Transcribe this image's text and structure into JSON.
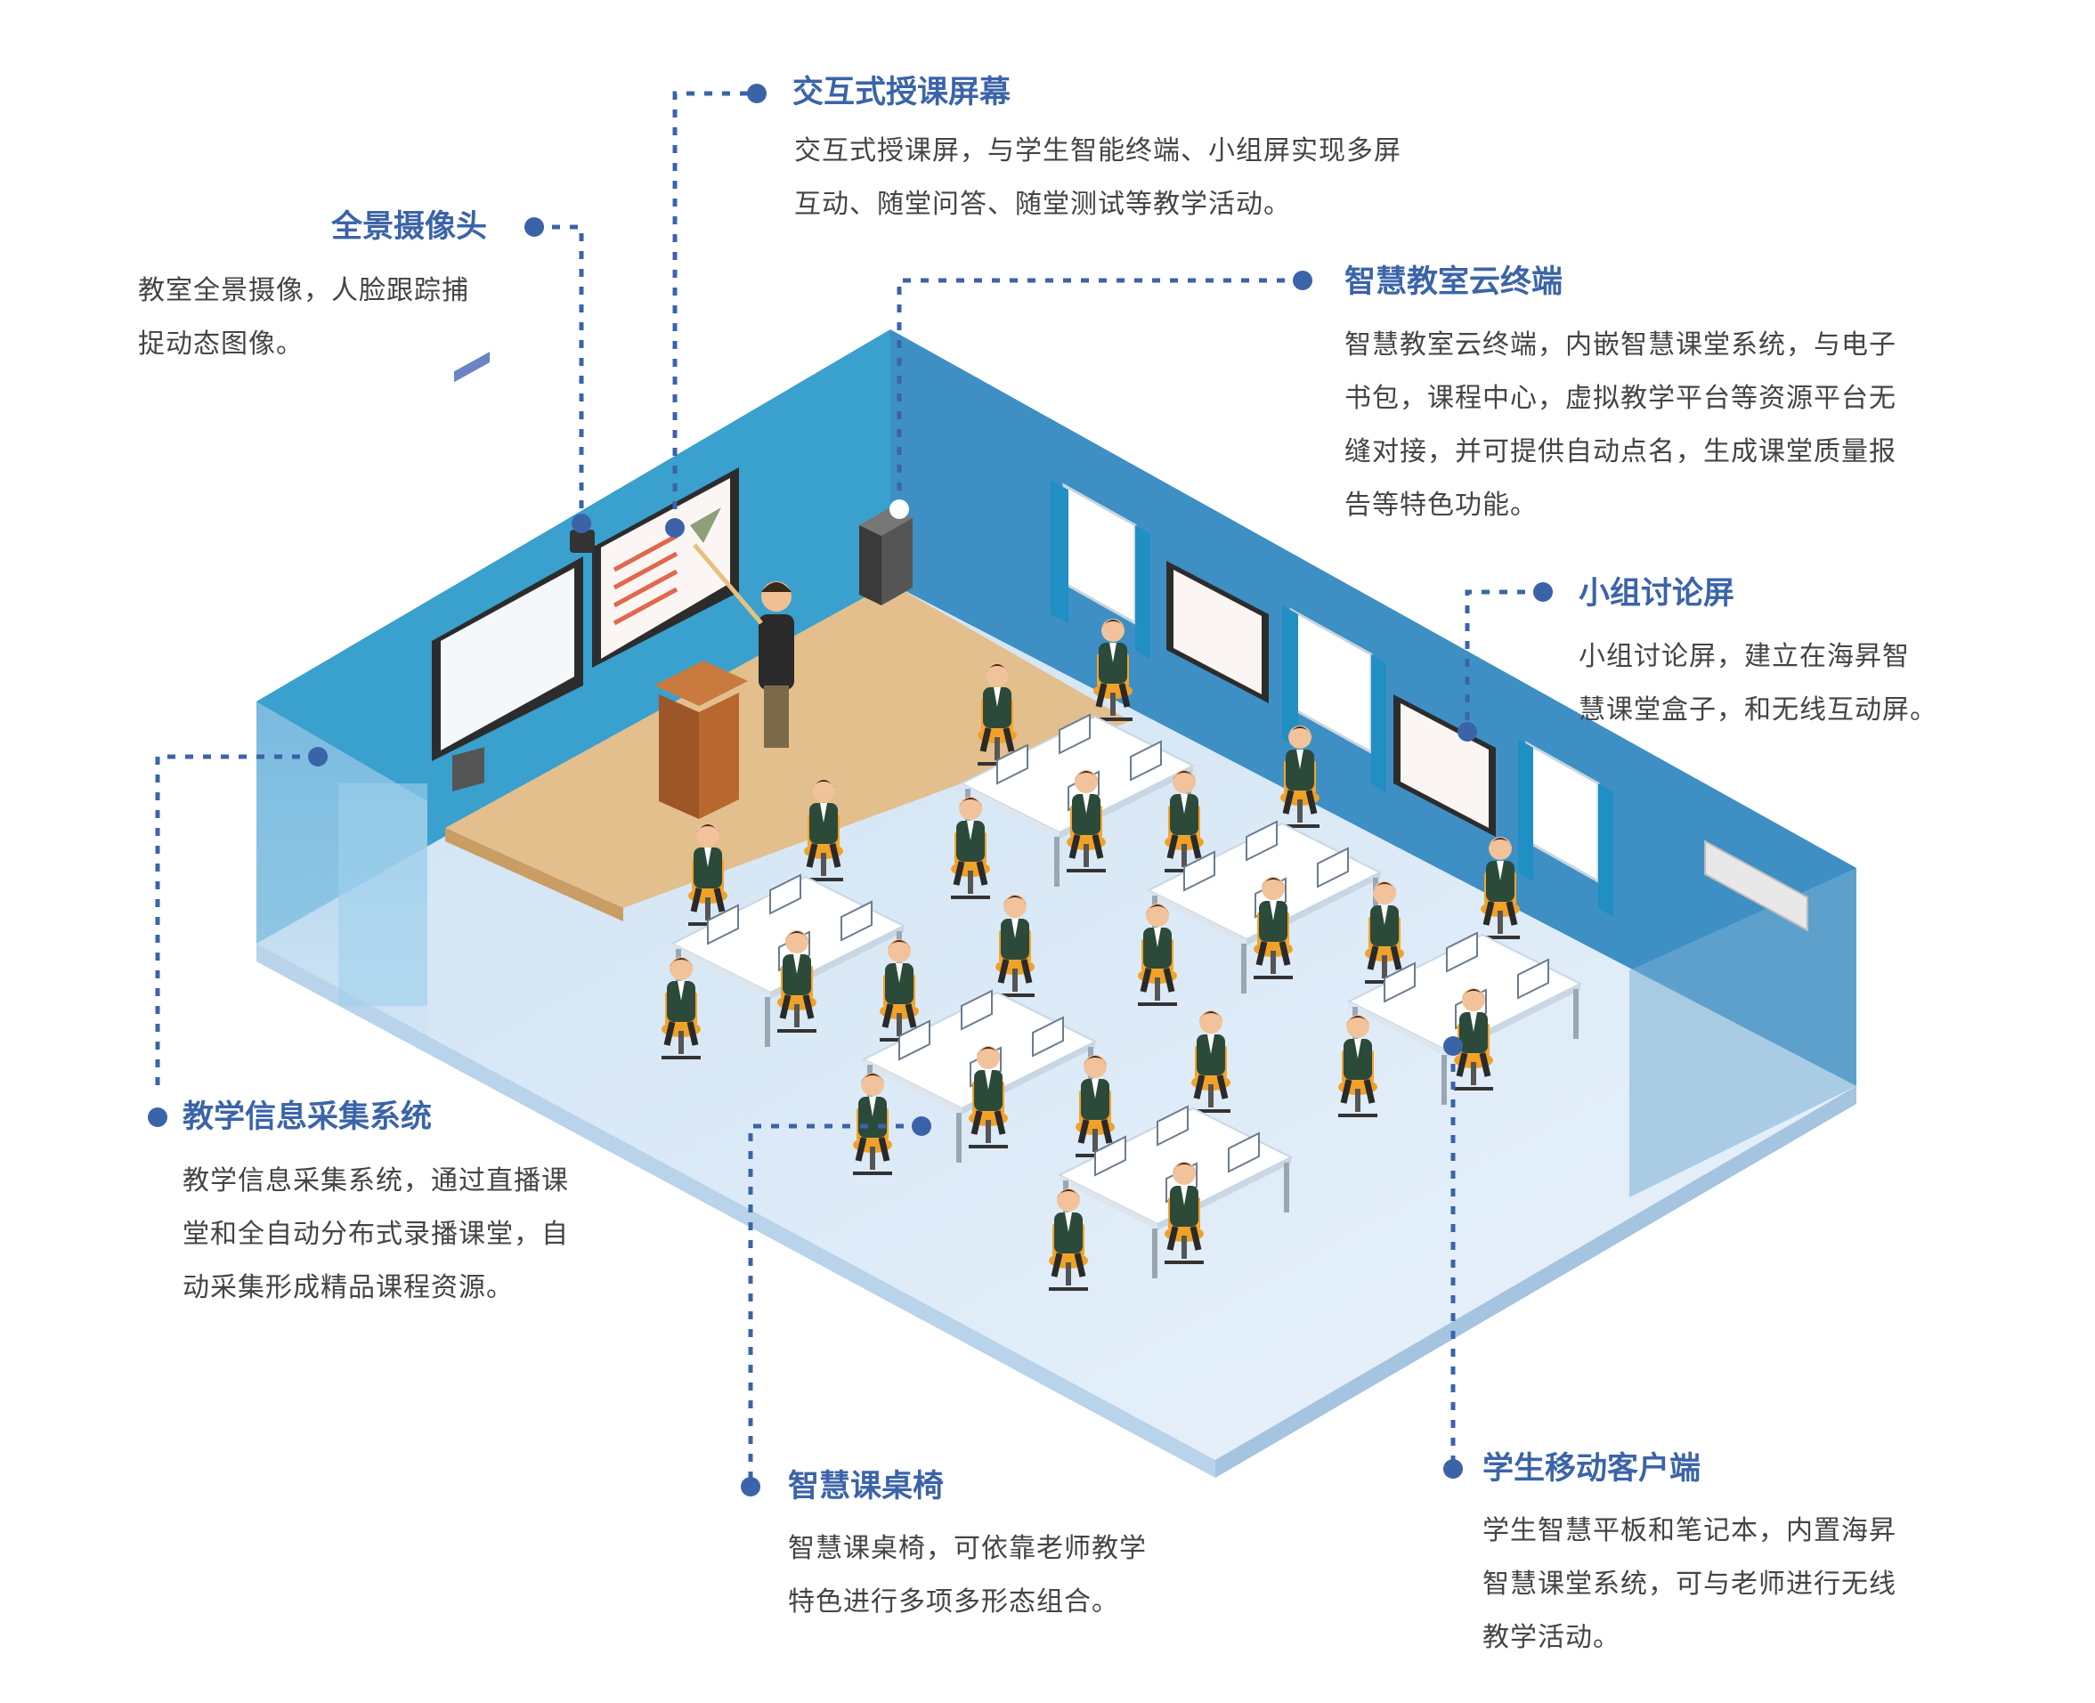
{
  "colors": {
    "accent": "#3b64a8",
    "text": "#444444",
    "wall_left": "#3aa0cd",
    "wall_right": "#3d8fc4",
    "floor": "#dbe9f6",
    "stage": "#e2bf8c",
    "dotted_line": "#3b64a8"
  },
  "callouts": {
    "screen": {
      "title": "交互式授课屏幕",
      "lines": [
        "交互式授课屏，与学生智能终端、小组屏实现多屏",
        "互动、随堂问答、随堂测试等教学活动。"
      ]
    },
    "camera": {
      "title": "全景摄像头",
      "lines": [
        "教室全景摄像，人脸跟踪捕",
        "捉动态图像。"
      ]
    },
    "cloud": {
      "title": "智慧教室云终端",
      "lines": [
        "智慧教室云终端，内嵌智慧课堂系统，与电子",
        "书包，课程中心，虚拟教学平台等资源平台无",
        "缝对接，并可提供自动点名，生成课堂质量报",
        "告等特色功能。"
      ]
    },
    "group": {
      "title": "小组讨论屏",
      "lines": [
        "小组讨论屏，建立在海昇智",
        "慧课堂盒子，和无线互动屏。"
      ]
    },
    "info": {
      "title": "教学信息采集系统",
      "lines": [
        "教学信息采集系统，通过直播课",
        "堂和全自动分布式录播课堂，自",
        "动采集形成精品课程资源。"
      ]
    },
    "desk": {
      "title": "智慧课桌椅",
      "lines": [
        "智慧课桌椅，可依靠老师教学",
        "特色进行多项多形态组合。"
      ]
    },
    "mobile": {
      "title": "学生移动客户端",
      "lines": [
        "学生智慧平板和笔记本，内置海昇",
        "智慧课堂系统，可与老师进行无线",
        "教学活动。"
      ]
    }
  }
}
